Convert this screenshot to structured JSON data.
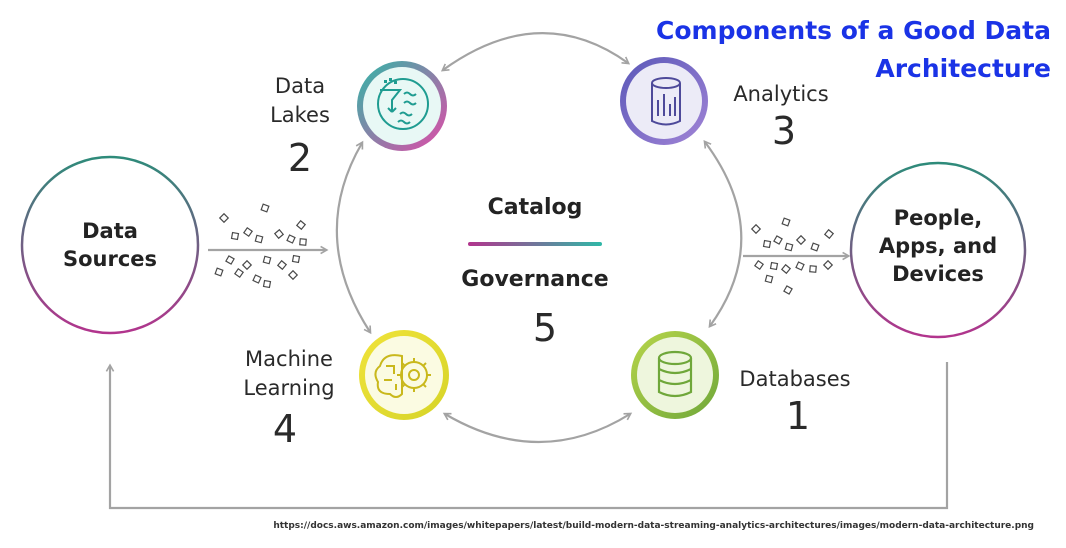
{
  "title": "Components of a Good Data Architecture",
  "center": {
    "catalog": "Catalog",
    "governance": "Governance",
    "governance_number": "5"
  },
  "nodes": {
    "data_sources": {
      "label_line1": "Data",
      "label_line2": "Sources"
    },
    "consumers": {
      "label_line1": "People,",
      "label_line2": "Apps, and",
      "label_line3": "Devices"
    },
    "data_lakes": {
      "label_line1": "Data",
      "label_line2": "Lakes",
      "number": "2",
      "icon": "data-lake-filter-icon",
      "color": "#2fb8a7"
    },
    "analytics": {
      "label": "Analytics",
      "number": "3",
      "icon": "analytics-cylinder-chart-icon",
      "color": "#6e5bb5"
    },
    "machine_learning": {
      "label_line1": "Machine",
      "label_line2": "Learning",
      "number": "4",
      "icon": "brain-gear-icon",
      "color": "#e3dd2b"
    },
    "databases": {
      "label": "Databases",
      "number": "1",
      "icon": "database-stack-icon",
      "color": "#8fc13b"
    }
  },
  "source_url": "https://docs.aws.amazon.com/images/whitepapers/latest/build-modern-data-streaming-analytics-architectures/images/modern-data-architecture.png"
}
